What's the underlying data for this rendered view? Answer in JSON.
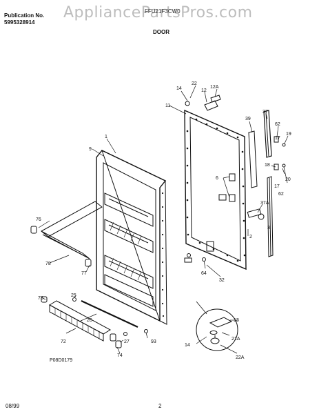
{
  "header": {
    "publication_label": "Publication No.",
    "publication_number": "5995328914",
    "watermark": "AppliancePartsPros.com",
    "model_fragment": "FFU21F3CW0",
    "section_title": "DOOR"
  },
  "diagram": {
    "code": "P08D0179",
    "callouts": [
      "1",
      "9",
      "11",
      "12",
      "12A",
      "13",
      "14",
      "14",
      "17",
      "17",
      "18",
      "19",
      "20",
      "21A",
      "22",
      "22A",
      "25",
      "26",
      "27",
      "32",
      "37",
      "37A",
      "39",
      "62",
      "62",
      "64",
      "72",
      "73",
      "74",
      "76",
      "77",
      "78",
      "93",
      "2",
      "6",
      "3"
    ]
  },
  "footer": {
    "date": "08/99",
    "page": "2"
  }
}
